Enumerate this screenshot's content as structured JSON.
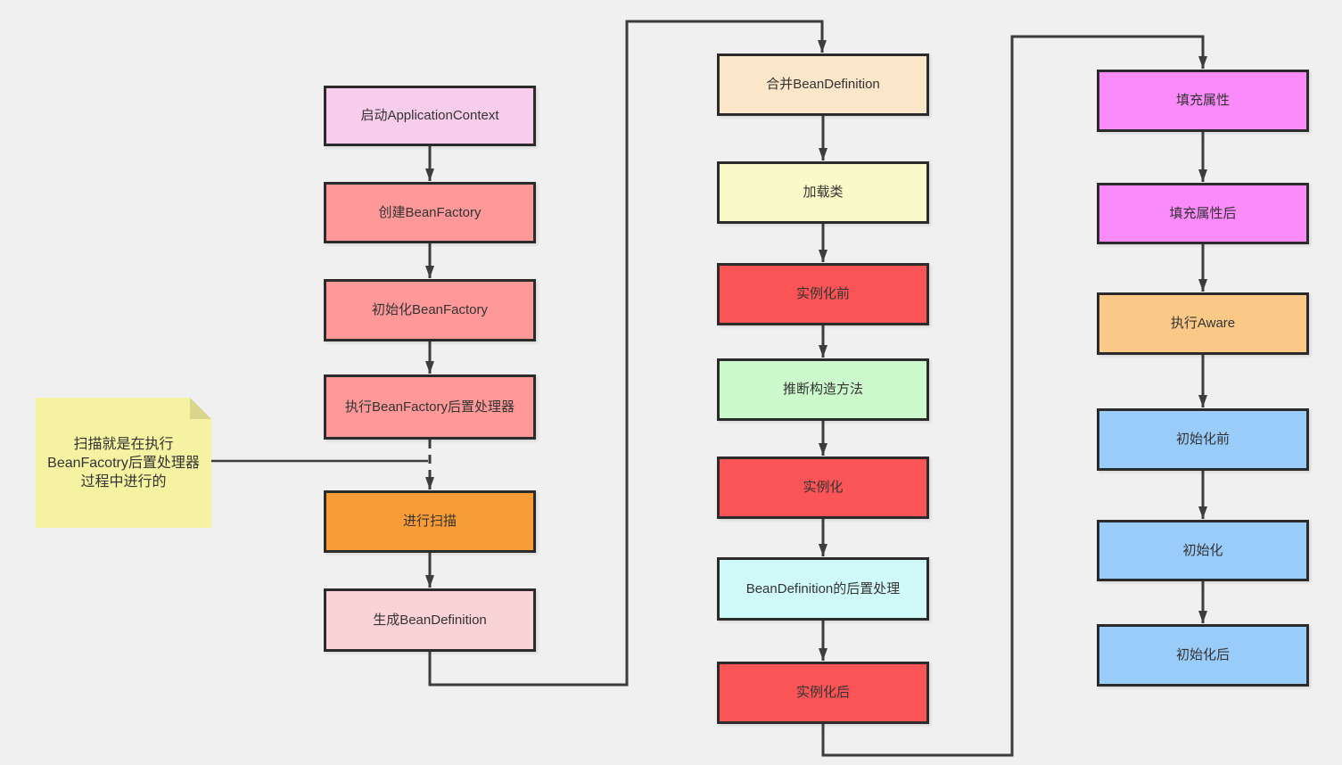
{
  "colors": {
    "background": "#F0F0F0",
    "border": "#2B2B2B",
    "connector": "#3D3D3D",
    "text": "#333333",
    "note": "#F5F2A2",
    "note-fold": "#D9D58D"
  },
  "note": {
    "lines": [
      "扫描就是在执行",
      "BeanFacotry后置处理器",
      "过程中进行的"
    ]
  },
  "nodes": {
    "start_application_context": {
      "label": "启动ApplicationContext",
      "fill": "#F8CDEC"
    },
    "create_bean_factory": {
      "label": "创建BeanFactory",
      "fill": "#FF9999"
    },
    "init_bean_factory": {
      "label": "初始化BeanFactory",
      "fill": "#FF9999"
    },
    "exec_bf_post_processors": {
      "label": "执行BeanFactory后置处理器",
      "fill": "#FF9999"
    },
    "scan": {
      "label": "进行扫描",
      "fill": "#F89C35"
    },
    "generate_bean_definition": {
      "label": "生成BeanDefinition",
      "fill": "#FBD2D6"
    },
    "merge_bean_definition": {
      "label": "合并BeanDefinition",
      "fill": "#FBE6C9"
    },
    "load_class": {
      "label": "加载类",
      "fill": "#FAFAC8"
    },
    "before_instantiation": {
      "label": "实例化前",
      "fill": "#FA5456"
    },
    "infer_constructor": {
      "label": "推断构造方法",
      "fill": "#CDFACC"
    },
    "instantiation": {
      "label": "实例化",
      "fill": "#FA5456"
    },
    "bd_post_processing": {
      "label": "BeanDefinition的后置处理",
      "fill": "#D0FAFA"
    },
    "after_instantiation": {
      "label": "实例化后",
      "fill": "#FA5456"
    },
    "populate_properties": {
      "label": "填充属性",
      "fill": "#FB8AFB"
    },
    "after_populate_properties": {
      "label": "填充属性后",
      "fill": "#FB8AFB"
    },
    "execute_aware": {
      "label": "执行Aware",
      "fill": "#FBC987"
    },
    "before_initialization": {
      "label": "初始化前",
      "fill": "#9ACCFA"
    },
    "initialization": {
      "label": "初始化",
      "fill": "#9ACCFA"
    },
    "after_initialization": {
      "label": "初始化后",
      "fill": "#9ACCFA"
    }
  }
}
